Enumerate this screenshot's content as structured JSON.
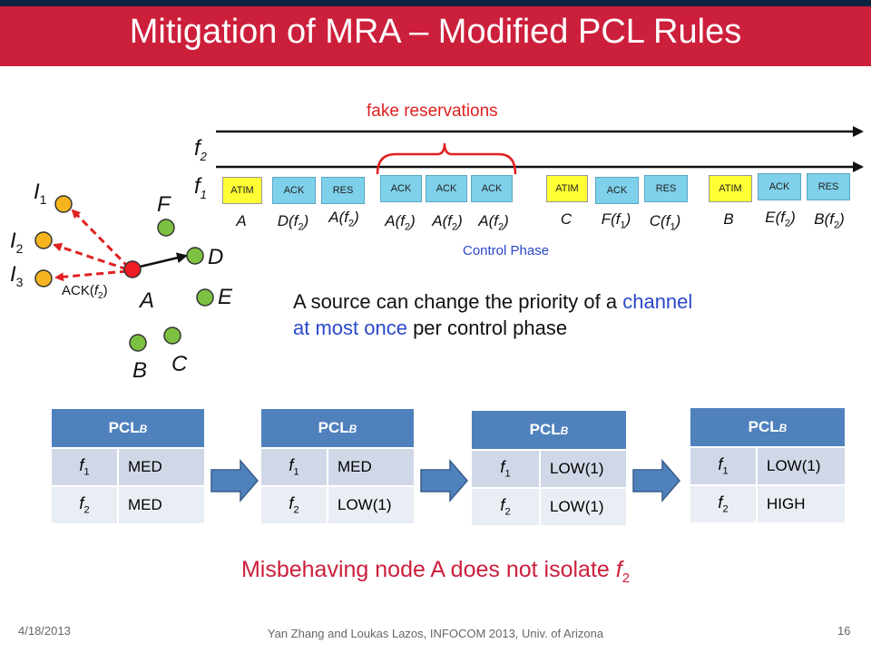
{
  "slide": {
    "title": "Mitigation of MRA – Modified PCL Rules",
    "date": "4/18/2013",
    "credit": "Yan Zhang and Loukas Lazos, INFOCOM 2013, Univ. of Arizona",
    "page_number": "16",
    "colors": {
      "title_bar": "#cc1f3b",
      "top_strip": "#0c2340",
      "accent_blue": "#2a48c9",
      "warning_red": "#cc1f3b"
    }
  },
  "network": {
    "nodes": {
      "I1": "I",
      "I1_sub": "1",
      "I2": "I",
      "I2_sub": "2",
      "I3": "I",
      "I3_sub": "3",
      "A": "A",
      "B": "B",
      "C": "C",
      "D": "D",
      "E": "E",
      "F": "F"
    },
    "ack_label": "ACK(",
    "ack_f": "f",
    "ack_sub": "2",
    "ack_close": ")"
  },
  "timeline": {
    "channel_top": {
      "f": "f",
      "sub": "2"
    },
    "channel_bottom": {
      "f": "f",
      "sub": "1"
    },
    "fake_label": "fake reservations",
    "phase_label": "Control Phase",
    "slots": [
      "ATIM",
      "ACK",
      "RES",
      "ACK",
      "ACK",
      "ACK",
      "ATIM",
      "ACK",
      "RES",
      "ATIM",
      "ACK",
      "RES"
    ],
    "labels": [
      "A",
      "D(f2)",
      "A(f2)",
      "A(f2)",
      "A(f2)",
      "A(f2)",
      "C",
      "F(f1)",
      "C(f1)",
      "B",
      "E(f2)",
      "B(f2)"
    ]
  },
  "statement": {
    "part1": "A source can change the priority of a ",
    "part2": "channel",
    "part3": "at most once",
    "part4": " per control phase"
  },
  "pcl_tables": [
    {
      "header": "PCL",
      "sub": "B",
      "rows": [
        {
          "ch": "f",
          "sub": "1",
          "val": "MED"
        },
        {
          "ch": "f",
          "sub": "2",
          "val": "MED"
        }
      ]
    },
    {
      "header": "PCL",
      "sub": "B",
      "rows": [
        {
          "ch": "f",
          "sub": "1",
          "val": "MED"
        },
        {
          "ch": "f",
          "sub": "2",
          "val": "LOW(1)"
        }
      ]
    },
    {
      "header": "PCL",
      "sub": "B",
      "rows": [
        {
          "ch": "f",
          "sub": "1",
          "val": "LOW(1)"
        },
        {
          "ch": "f",
          "sub": "2",
          "val": "LOW(1)"
        }
      ]
    },
    {
      "header": "PCL",
      "sub": "B",
      "rows": [
        {
          "ch": "f",
          "sub": "1",
          "val": "LOW(1)"
        },
        {
          "ch": "f",
          "sub": "2",
          "val": "HIGH"
        }
      ]
    }
  ],
  "conclusion": {
    "text": "Misbehaving node A does not isolate ",
    "f": "f",
    "sub": "2"
  }
}
